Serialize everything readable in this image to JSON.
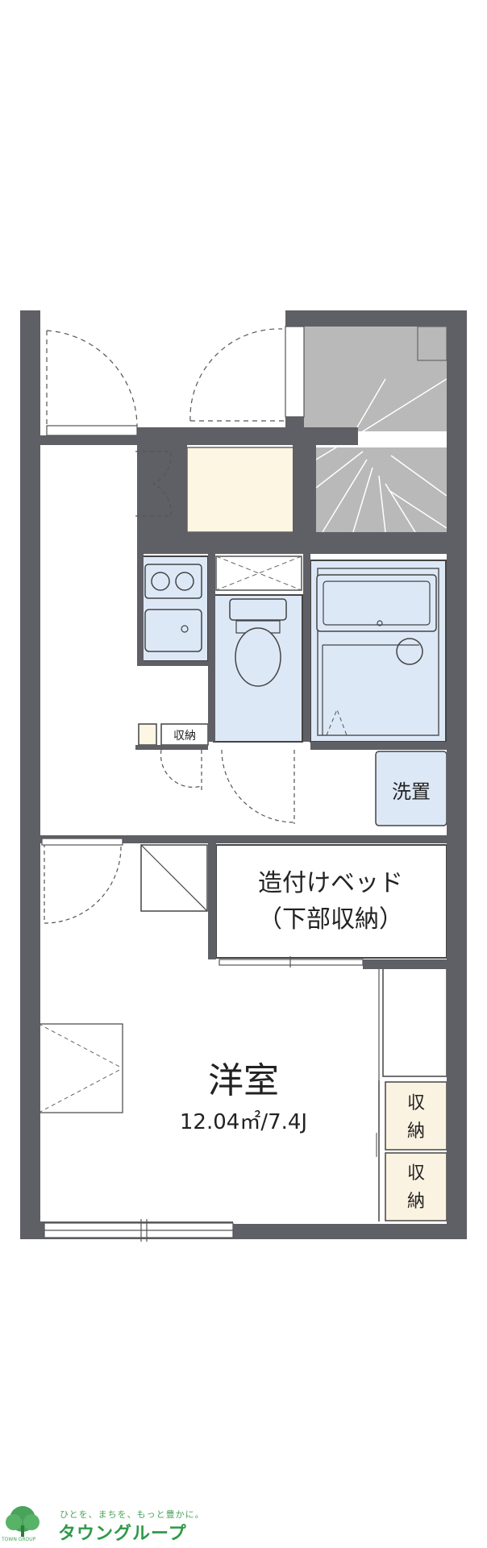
{
  "floor_plan": {
    "labels": {
      "washer": "洗置",
      "built_in_bed_line1": "造付けベッド",
      "built_in_bed_line2": "（下部収納）",
      "room_name": "洋室",
      "room_size": "12.04㎡/7.4J",
      "storage_small": "収納",
      "closet_1_char1": "収",
      "closet_1_char2": "納",
      "closet_2_char1": "収",
      "closet_2_char2": "納"
    },
    "colors": {
      "wall": "#5f5f66",
      "bath_fill": "#dde8f7",
      "entry_fill": "#fdf6e3",
      "stair_fill": "#b9b9b9",
      "closet_fill": "#fbf3e2"
    }
  },
  "logo": {
    "slogan": "ひとを、まちを、もっと豊かに。",
    "name": "タウングループ",
    "sub": "TOWN GROUP",
    "color": "#2e9a48"
  }
}
